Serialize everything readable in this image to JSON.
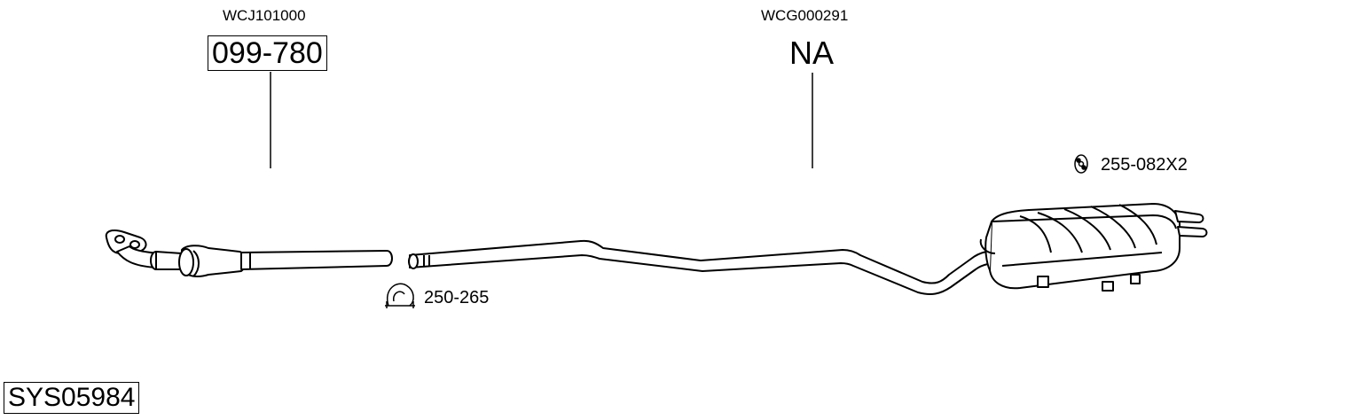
{
  "parts": [
    {
      "oe_number": "WCJ101000",
      "part_number": "099-780"
    },
    {
      "oe_number": "WCG000291",
      "part_number": "NA"
    }
  ],
  "accessories": [
    {
      "icon": "clamp-icon",
      "label": "250-265"
    },
    {
      "icon": "rubber-mount-icon",
      "label": "255-082X2"
    }
  ],
  "system_number": "SYS05984"
}
